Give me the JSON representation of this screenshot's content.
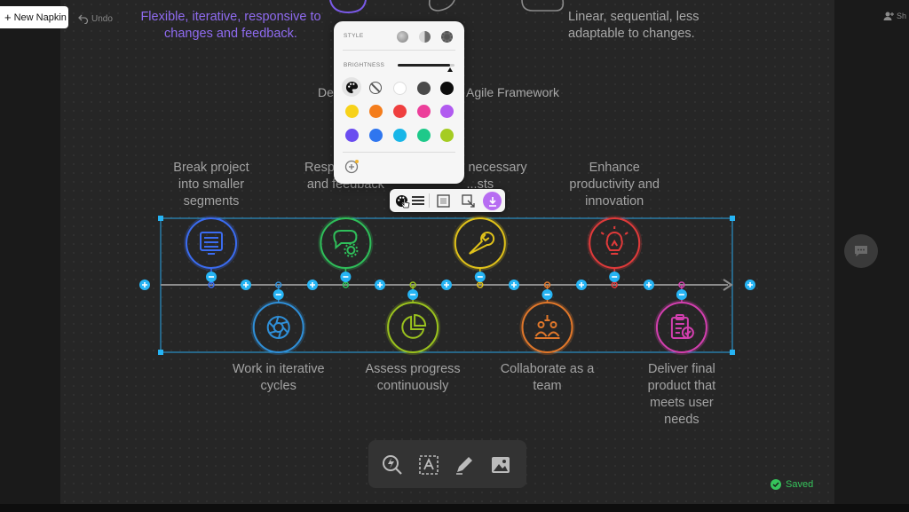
{
  "topbar": {
    "new_napkin": "New Napkin",
    "undo": "Undo",
    "share": "Sh"
  },
  "canvas": {
    "top_left_text": "Flexible, iterative, responsive to changes and feedback.",
    "top_right_text": "Linear, sequential, less adaptable to changes.",
    "title_left": "De",
    "title_right": "Agile Framework"
  },
  "timeline": {
    "steps": [
      {
        "label": "Break project into smaller segments",
        "color": "#3b6cf0",
        "icon": "list-window-icon"
      },
      {
        "label": "Work in iterative cycles",
        "color": "#2f8fd8",
        "icon": "cycle-icon"
      },
      {
        "label": "Resp changes and feedback",
        "color": "#2fbf5a",
        "icon": "chat-gear-icon"
      },
      {
        "label": "Assess progress continuously",
        "color": "#9ac21e",
        "icon": "pie-chart-icon"
      },
      {
        "label": "Make necessary ...sts",
        "color": "#e0c21a",
        "icon": "wrench-icon"
      },
      {
        "label": "Collaborate as a team",
        "color": "#e0772a",
        "icon": "team-icon"
      },
      {
        "label": "Enhance productivity and innovation",
        "color": "#e03a3a",
        "icon": "lightbulb-icon"
      },
      {
        "label": "Deliver final product that meets user needs",
        "color": "#d23fae",
        "icon": "clipboard-check-icon"
      }
    ]
  },
  "style_popup": {
    "style_label": "STYLE",
    "brightness_label": "BRIGHTNESS",
    "brightness": 0.92,
    "swatches_row1": [
      "#ffffff",
      "#4a4a4a",
      "#0d0d0d"
    ],
    "swatches_row2": [
      "#f7d21a",
      "#f47d1c",
      "#ef3f3f",
      "#ec3f9a",
      "#b15bf0"
    ],
    "swatches_row3": [
      "#6a4cf0",
      "#2f76ef",
      "#18b6e8",
      "#1ec98a",
      "#a5cc22"
    ]
  },
  "mini_toolbar": {
    "accent": "#b76cf2"
  },
  "bottom_toolbar": {
    "tools": [
      "spark-search-icon",
      "text-box-icon",
      "pen-icon",
      "image-icon"
    ]
  },
  "status": {
    "saved": "Saved",
    "saved_color": "#36c35b"
  }
}
